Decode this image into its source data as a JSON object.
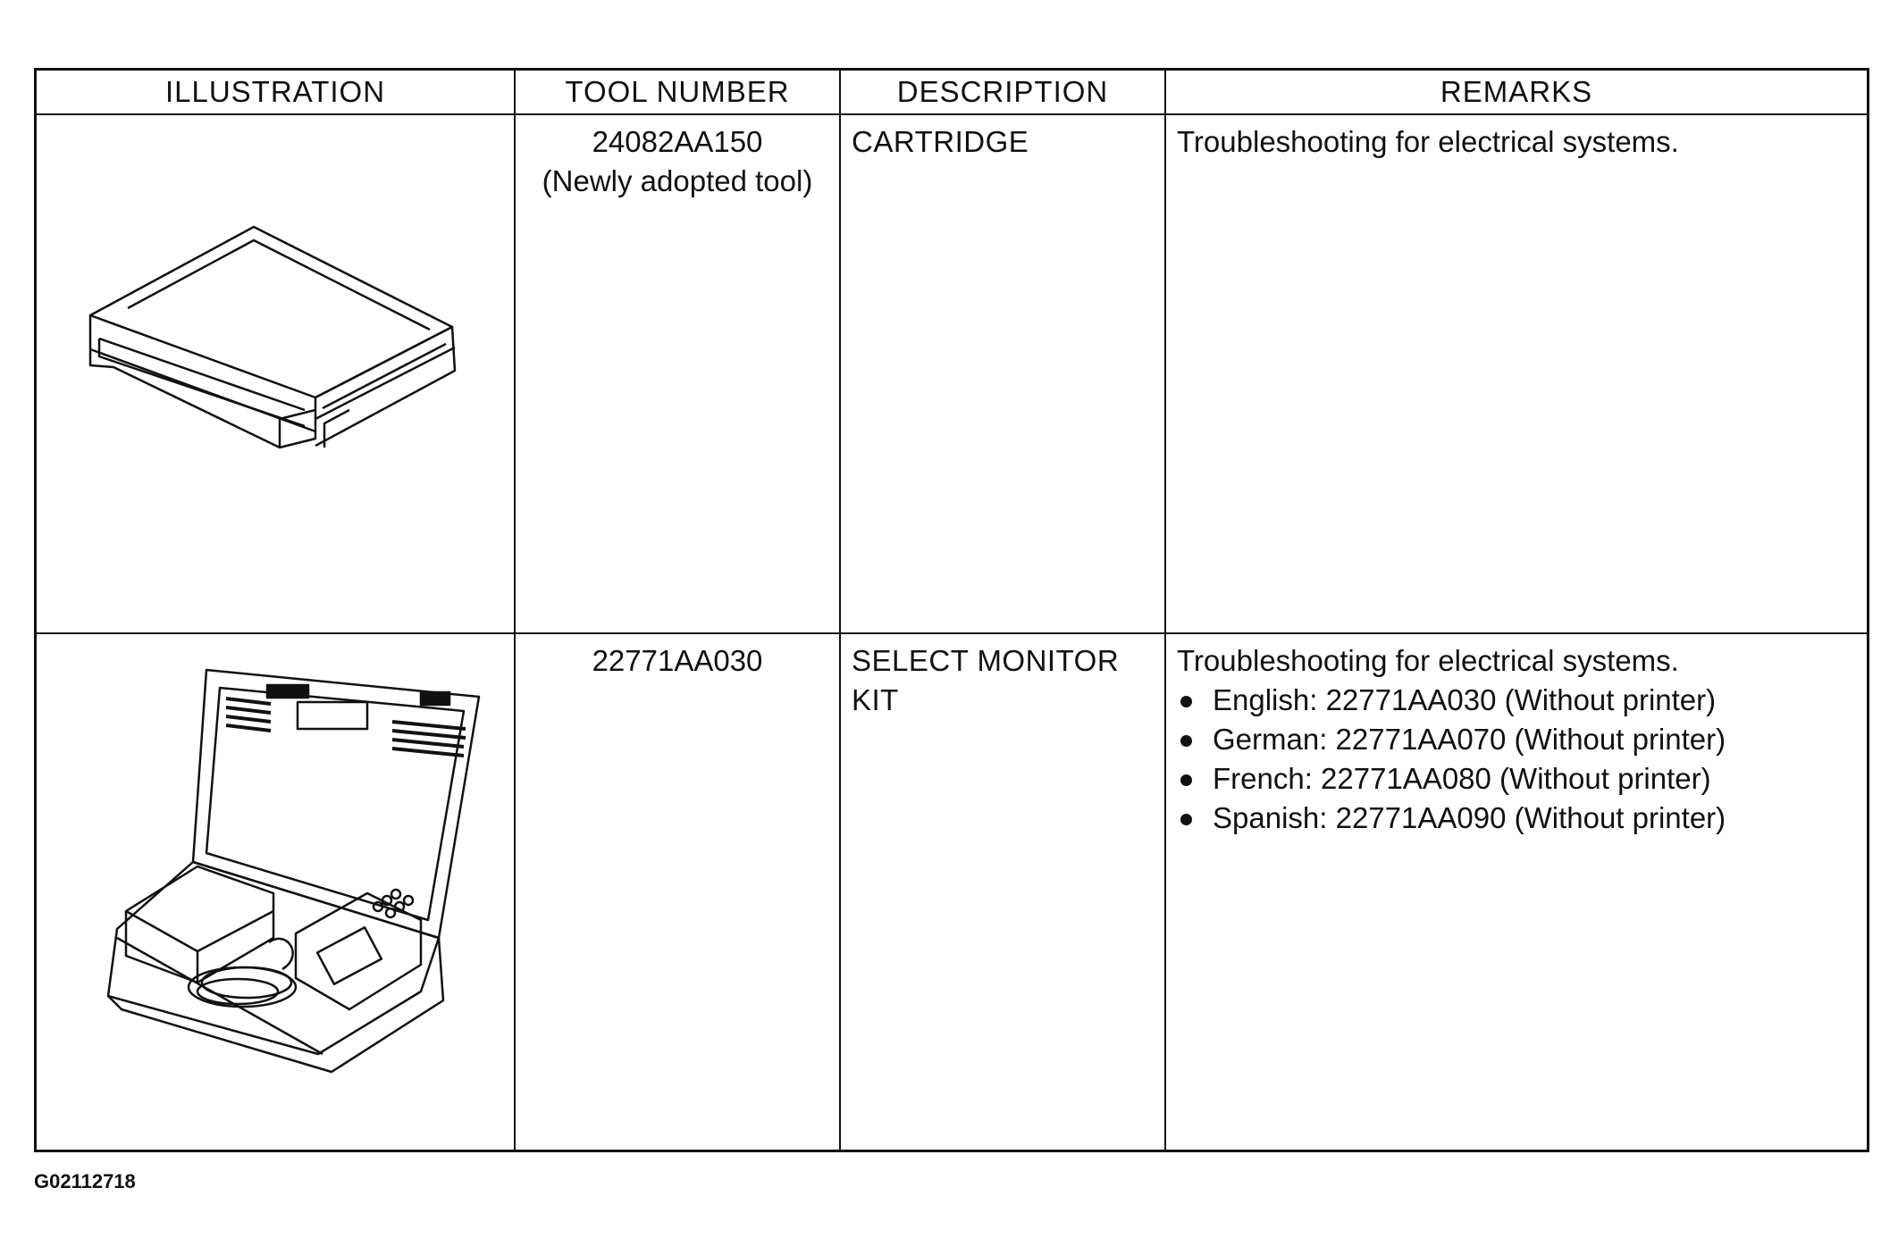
{
  "table": {
    "headers": [
      "ILLUSTRATION",
      "TOOL NUMBER",
      "DESCRIPTION",
      "REMARKS"
    ],
    "rows": [
      {
        "illustration_icon": "cartridge-icon",
        "tool_number": "24082AA150",
        "tool_note": "(Newly adopted tool)",
        "description_lines": [
          "CARTRIDGE"
        ],
        "remark": "Troubleshooting for electrical systems.",
        "remark_items": []
      },
      {
        "illustration_icon": "select-monitor-kit-icon",
        "tool_number": "22771AA030",
        "tool_note": "",
        "description_lines": [
          "SELECT MONITOR",
          "KIT"
        ],
        "remark": "Troubleshooting for electrical systems.",
        "remark_items": [
          "English: 22771AA030 (Without printer)",
          "German: 22771AA070 (Without printer)",
          "French: 22771AA080 (Without printer)",
          "Spanish: 22771AA090 (Without printer)"
        ]
      }
    ]
  },
  "figure_id": "G02112718"
}
